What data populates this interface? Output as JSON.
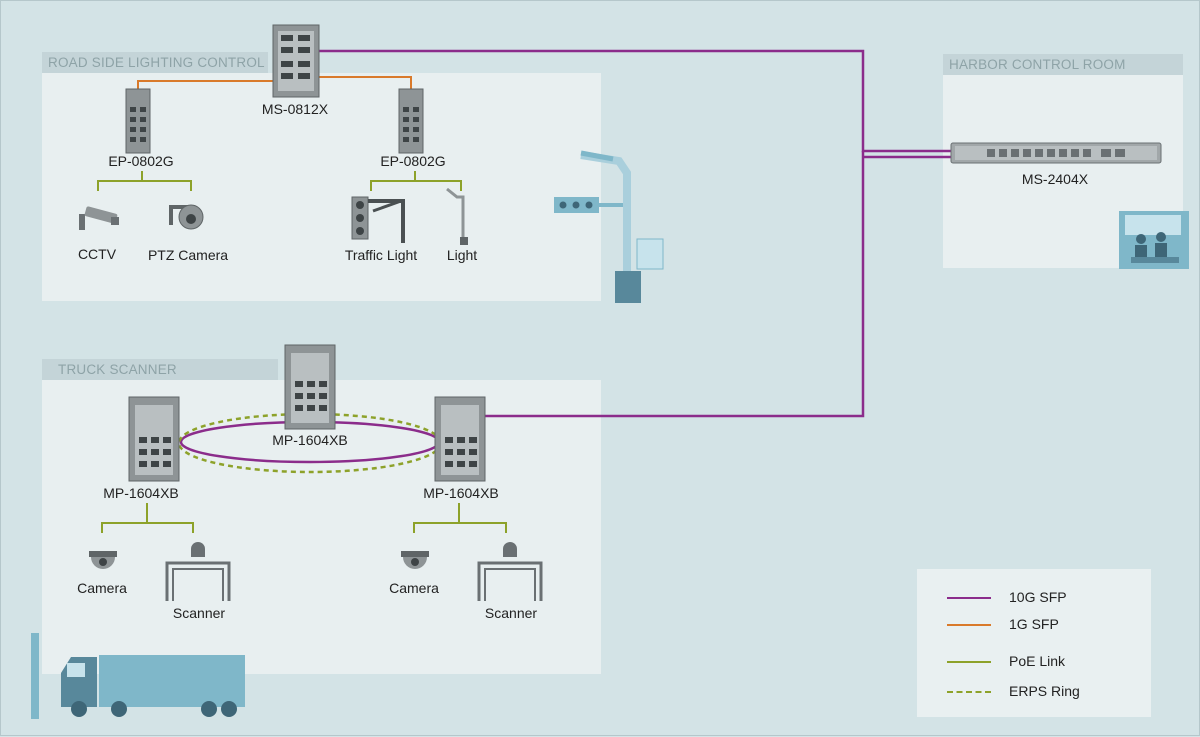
{
  "colors": {
    "ten_g": "#8b2c8b",
    "one_g": "#d97a2b",
    "poe": "#8da22a",
    "erps": "#8da22a",
    "panel": "#e8eff0",
    "title_bg": "#c4d4d8"
  },
  "sections": {
    "road": {
      "title": "ROAD SIDE LIGHTING CONTROL"
    },
    "truck": {
      "title": "TRUCK SCANNER"
    },
    "harbor": {
      "title": "HARBOR CONTROL ROOM"
    }
  },
  "devices": {
    "ms0812x": "MS-0812X",
    "ep0802g_left": "EP-0802G",
    "ep0802g_right": "EP-0802G",
    "ms2404x": "MS-2404X",
    "mp_top": "MP-1604XB",
    "mp_left": "MP-1604XB",
    "mp_right": "MP-1604XB"
  },
  "endpoints": {
    "cctv": "CCTV",
    "ptz": "PTZ Camera",
    "traffic": "Traffic Light",
    "light": "Light",
    "camera_left": "Camera",
    "scanner_left": "Scanner",
    "camera_right": "Camera",
    "scanner_right": "Scanner"
  },
  "legend": {
    "ten_g": "10G SFP",
    "one_g": "1G SFP",
    "poe": "PoE Link",
    "erps": "ERPS Ring"
  },
  "icons": [
    "industrial-switch-icon",
    "rack-switch-icon",
    "cctv-icon",
    "ptz-camera-icon",
    "traffic-light-icon",
    "street-light-icon",
    "dome-camera-icon",
    "scanner-gate-icon",
    "truck-icon",
    "control-room-icon"
  ]
}
